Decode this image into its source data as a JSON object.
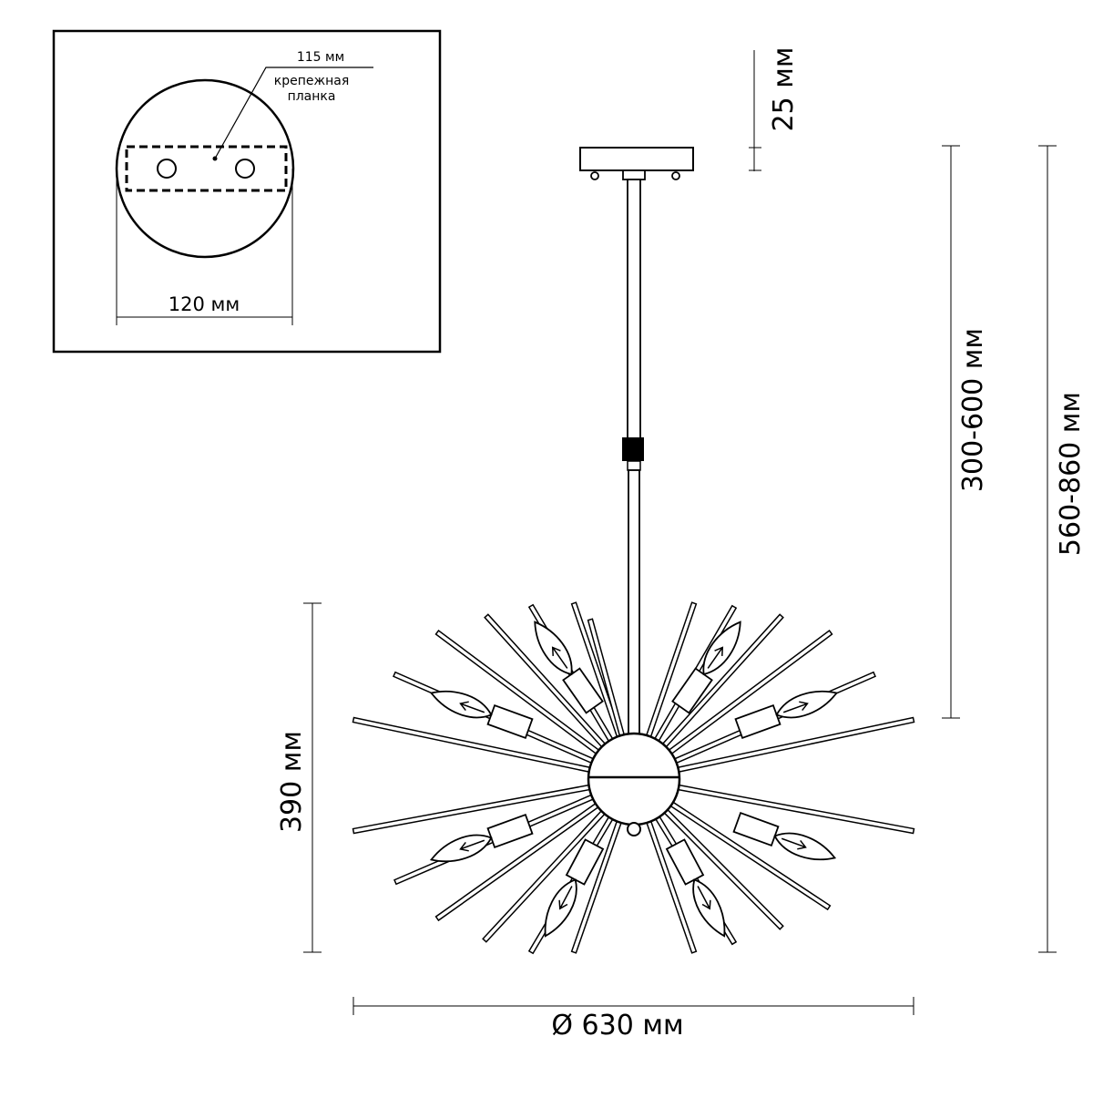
{
  "inset": {
    "width_label": "115 мм",
    "plate_label_line1": "крепежная",
    "plate_label_line2": "планка",
    "diameter_label": "120 мм"
  },
  "dimensions": {
    "canopy_height": "25 мм",
    "rod_length": "300-600 мм",
    "total_height": "560-860 мм",
    "shade_height": "390 мм",
    "diameter": "Ø 630 мм"
  }
}
